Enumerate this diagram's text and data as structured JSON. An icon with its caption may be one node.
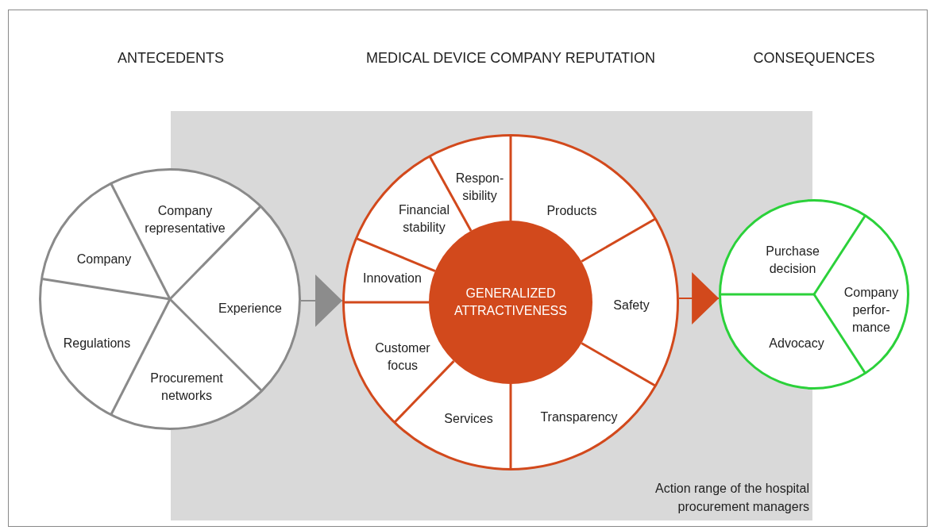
{
  "diagram": {
    "nodes": [
      {
        "text": [],
        "shape": "circle"
      },
      {
        "text": [
          "Company representative"
        ],
        "in": 0
      },
      {
        "text": [
          "Company"
        ],
        "in": 0
      },
      {
        "text": [
          "Experience"
        ]
      },
      {
        "text": [
          "Regulations"
        ],
        "in": 0
      },
      {
        "text": [
          "Procurement networks"
        ],
        "in": 0
      },
      {
        "text": [],
        "shape": "circle",
        "in": 20
      },
      {
        "text": [
          "Respon-sibility"
        ],
        "in": 6
      },
      {
        "text": [
          "Financial stability"
        ],
        "in": 6
      },
      {
        "text": [
          "Products"
        ],
        "in": 6
      },
      {
        "text": [
          "Innovation"
        ],
        "in": 6
      },
      {
        "text": [
          "GENERALIZED ATTRACTIVENESS"
        ],
        "in": 6
      },
      {
        "text": [
          "Safety"
        ],
        "in": 6
      },
      {
        "text": [
          "Customer focus"
        ],
        "in": 6
      },
      {
        "text": [
          "Services"
        ],
        "in": 6
      },
      {
        "text": [
          "Transparency"
        ],
        "in": 6
      },
      {
        "text": [],
        "shape": "circle"
      },
      {
        "text": [
          "Purchase decision"
        ],
        "in": 16
      },
      {
        "text": [
          "Company perfor-mance"
        ],
        "in": 16
      },
      {
        "text": [
          "Advocacy"
        ],
        "in": 16
      },
      {
        "text": [
          "Action range of the hospital procurement managers"
        ]
      }
    ],
    "edges": [
      {
        "from": 0,
        "to": 6,
        "arrow": "to",
        "color": "#8c8c8c"
      },
      {
        "from": 6,
        "to": 16,
        "arrow": "to",
        "color": "#d2491c"
      }
    ],
    "labels": [
      "ANTECEDENTS",
      "MEDICAL DEVICE COMPANY REPUTATION",
      "CONSEQUENCES"
    ]
  }
}
